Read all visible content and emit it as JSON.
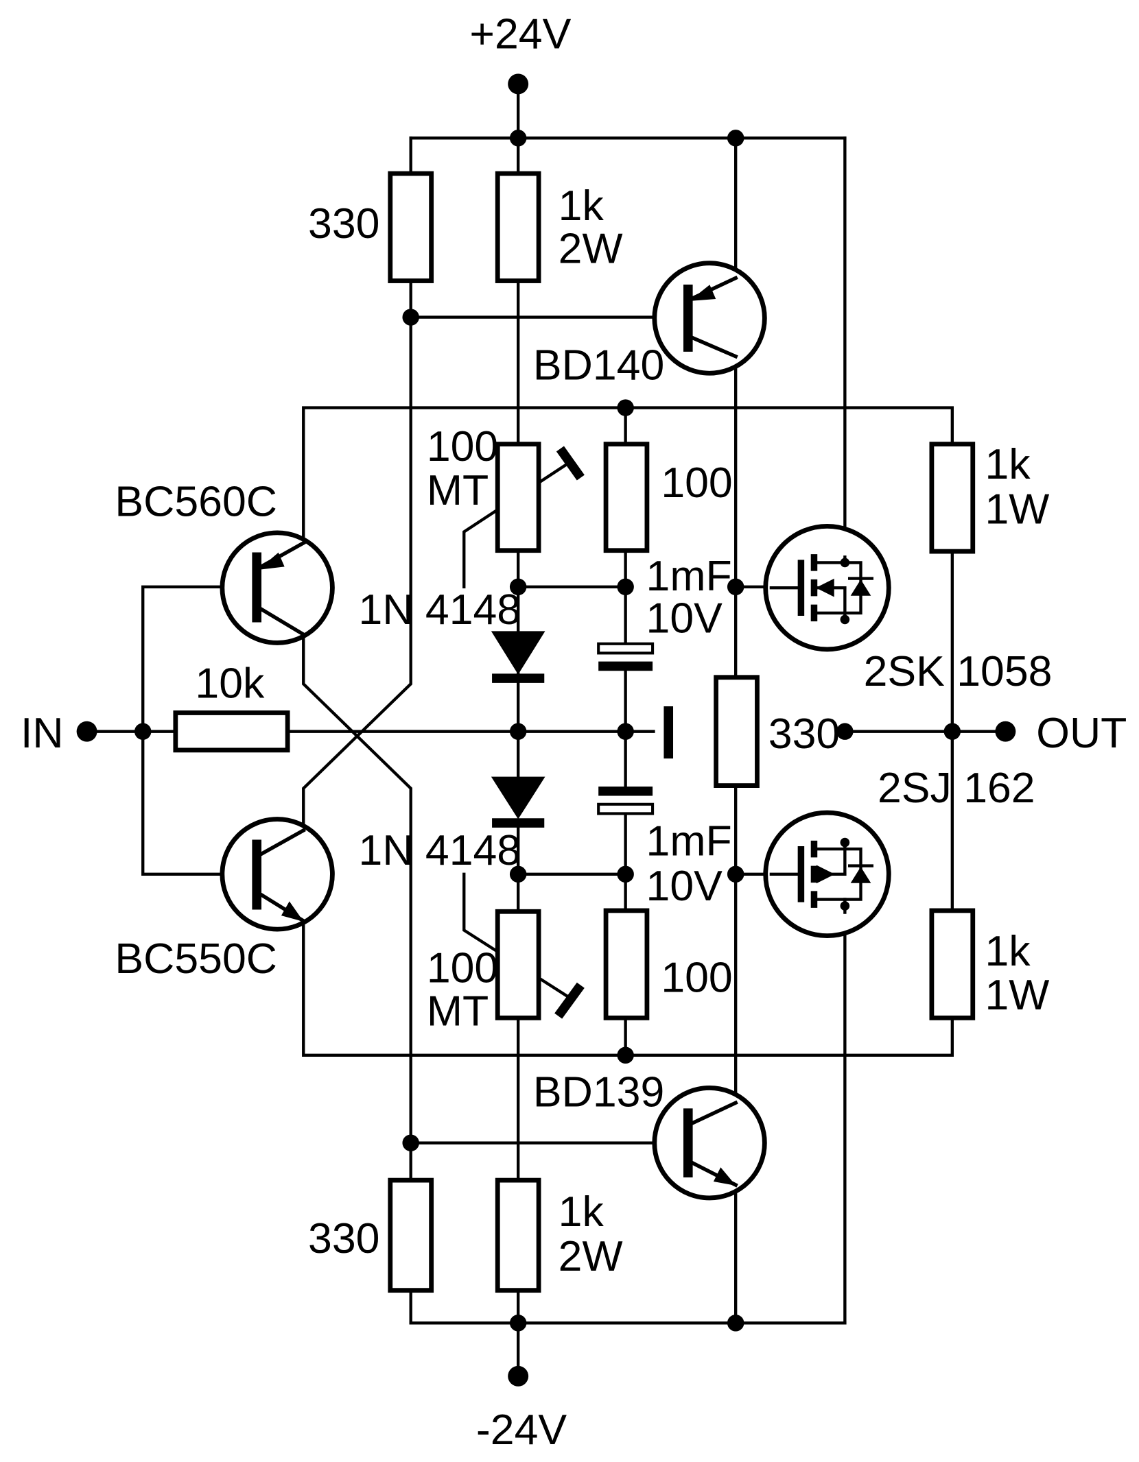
{
  "labels": {
    "supply_pos": "+24V",
    "supply_neg": "-24V",
    "input": "IN",
    "output": "OUT",
    "r_top_left": "330",
    "r_top_1k": "1k",
    "r_top_1k_power": "2W",
    "q_bd140": "BD140",
    "q_bc560c": "BC560C",
    "q_bc550c": "BC550C",
    "pot_top_value": "100",
    "pot_top_type": "MT",
    "r_top_100": "100",
    "c_top_value": "1mF",
    "c_top_voltage": "10V",
    "d_top": "1N 4148",
    "r_input": "10k",
    "r_mid": "330",
    "m_2sk": "2SK 1058",
    "m_2sj": "2SJ 162",
    "d_bot": "1N 4148",
    "c_bot_value": "1mF",
    "c_bot_voltage": "10V",
    "pot_bot_value": "100",
    "pot_bot_type": "MT",
    "r_bot_100": "100",
    "q_bd139": "BD139",
    "r_bot_left": "330",
    "r_bot_1k": "1k",
    "r_bot_1k_power": "2W",
    "r_out_top": "1k",
    "r_out_top_power": "1W",
    "r_out_bot": "1k",
    "r_out_bot_power": "1W"
  }
}
